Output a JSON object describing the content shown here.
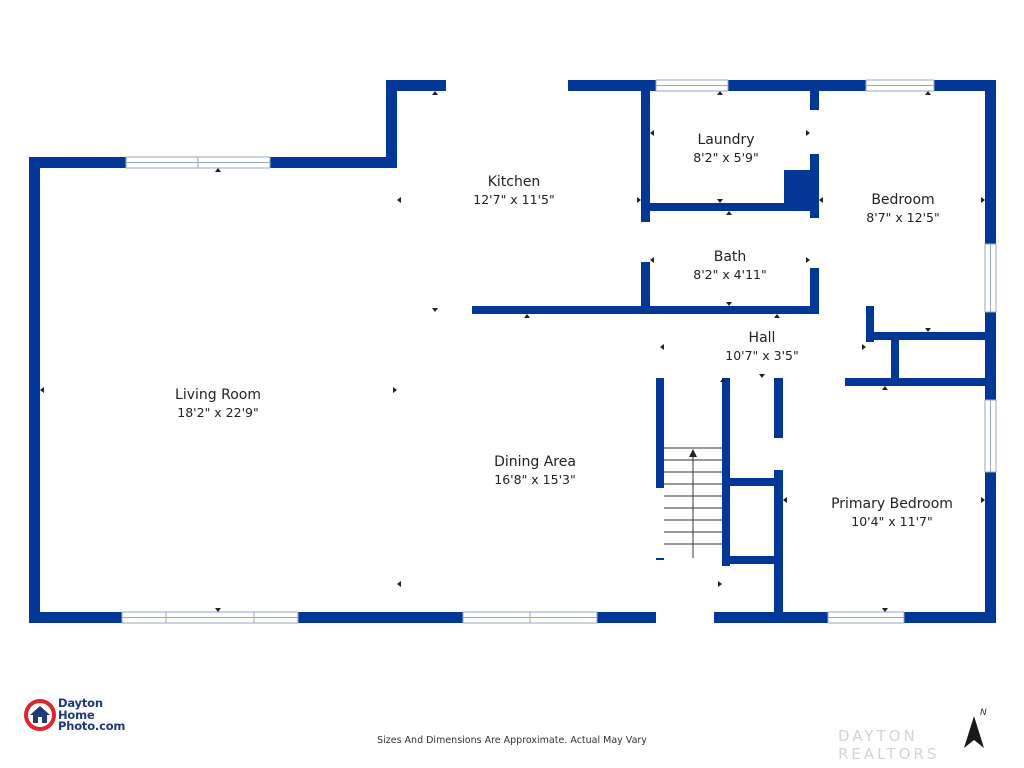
{
  "rooms": {
    "kitchen": {
      "name": "Kitchen",
      "dims": "12'7\" x 11'5\""
    },
    "laundry": {
      "name": "Laundry",
      "dims": "8'2\" x 5'9\""
    },
    "bedroom": {
      "name": "Bedroom",
      "dims": "8'7\" x 12'5\""
    },
    "bath": {
      "name": "Bath",
      "dims": "8'2\" x 4'11\""
    },
    "hall": {
      "name": "Hall",
      "dims": "10'7\" x 3'5\""
    },
    "living_room": {
      "name": "Living Room",
      "dims": "18'2\" x 22'9\""
    },
    "dining_area": {
      "name": "Dining Area",
      "dims": "16'8\" x 15'3\""
    },
    "primary_bedroom": {
      "name": "Primary Bedroom",
      "dims": "10'4\" x 11'7\""
    }
  },
  "footer": {
    "note": "Sizes And Dimensions Are Approximate. Actual May Vary"
  },
  "logo": {
    "line1": "Dayton",
    "line2": "Home",
    "line3": "Photo.com"
  },
  "watermark": {
    "text": "DAYTON REALTORS"
  },
  "compass": {
    "label": "N"
  },
  "colors": {
    "wall": "#023796",
    "window": "#9aa7c0",
    "logo_red": "#d9272e",
    "logo_blue": "#1f3a7a"
  }
}
